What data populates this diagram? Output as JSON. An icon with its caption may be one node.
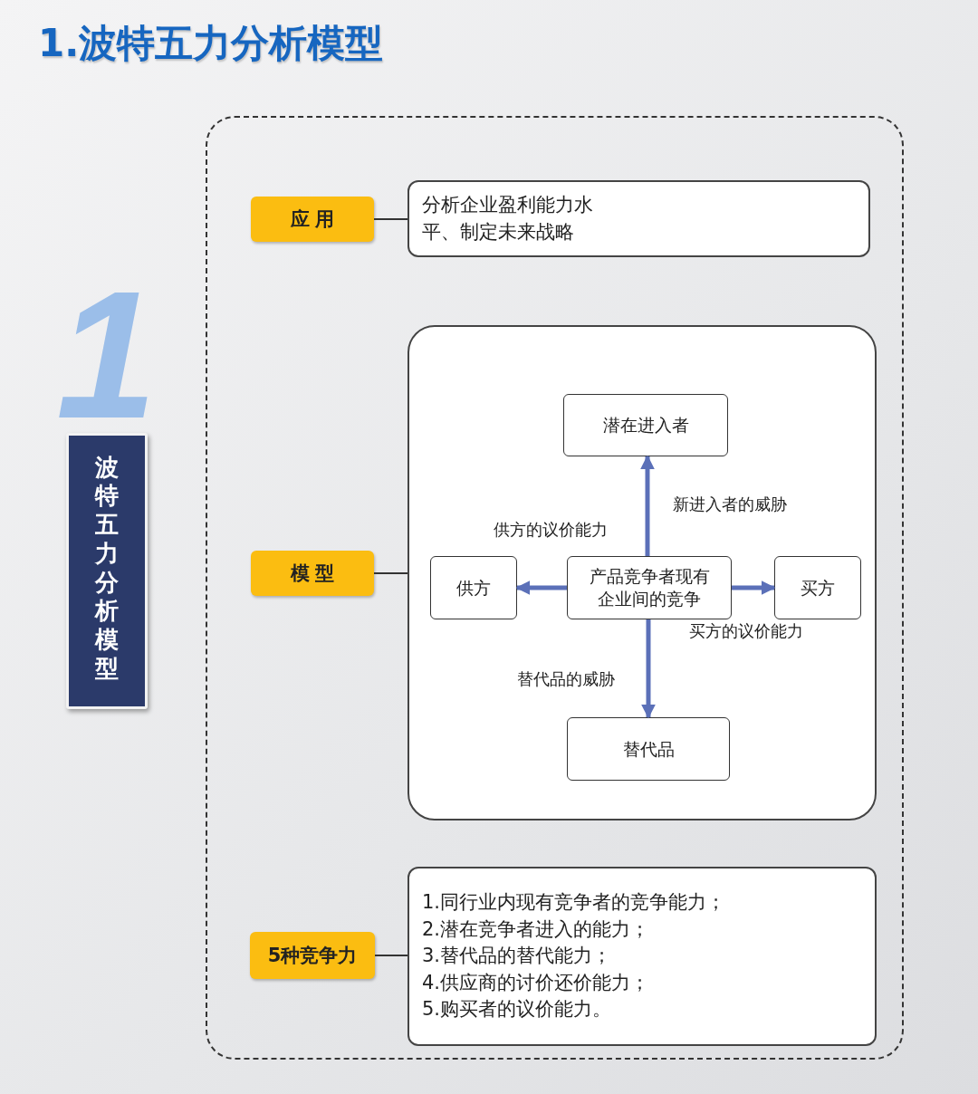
{
  "diagram": {
    "title": "1.波特五力分析模型",
    "nodes": [
      {
        "text": [
          "波特五力分析模型"
        ]
      },
      {
        "text": [],
        "shape": "box"
      },
      {
        "text": [
          "应用"
        ],
        "in": 1
      },
      {
        "text": [
          "分析企业盈利能力水平、制定未来战略"
        ],
        "in": 1
      },
      {
        "text": [
          "模型"
        ],
        "in": 1
      },
      {
        "text": [],
        "shape": "box",
        "in": 1
      },
      {
        "text": [
          "潜在进入者"
        ],
        "in": 5
      },
      {
        "text": [
          "供方"
        ],
        "in": 5
      },
      {
        "text": [
          "产品竞争者现有企业间的竞争"
        ],
        "in": 5
      },
      {
        "text": [
          "买方"
        ],
        "in": 5
      },
      {
        "text": [
          "替代品"
        ],
        "in": 5
      },
      {
        "text": [
          "5种竞争力"
        ],
        "in": 1
      },
      {
        "text": [
          "1.同行业内现有竞争者的竞争能力；",
          "2.潜在竞争者进入的能力；",
          "3.替代品的替代能力；",
          "4.供应商的讨价还价能力；",
          "5.购买者的议价能力。"
        ],
        "in": 1
      }
    ],
    "edges": [
      {
        "from": 2,
        "to": 3,
        "arrow": "none",
        "color": "#333333"
      },
      {
        "from": 4,
        "to": 5,
        "arrow": "none",
        "color": "#333333"
      },
      {
        "from": 11,
        "to": 12,
        "arrow": "none",
        "color": "#333333"
      },
      {
        "from": 8,
        "to": 6,
        "arrow": "to",
        "label": "新进入者的威胁"
      },
      {
        "from": 8,
        "to": 7,
        "arrow": "to",
        "label": "供方的议价能力"
      },
      {
        "from": 8,
        "to": 9,
        "arrow": "to",
        "label": "买方的议价能力"
      },
      {
        "from": 8,
        "to": 10,
        "arrow": "to",
        "label": "替代品的威胁"
      }
    ],
    "labels": [
      "1"
    ]
  }
}
